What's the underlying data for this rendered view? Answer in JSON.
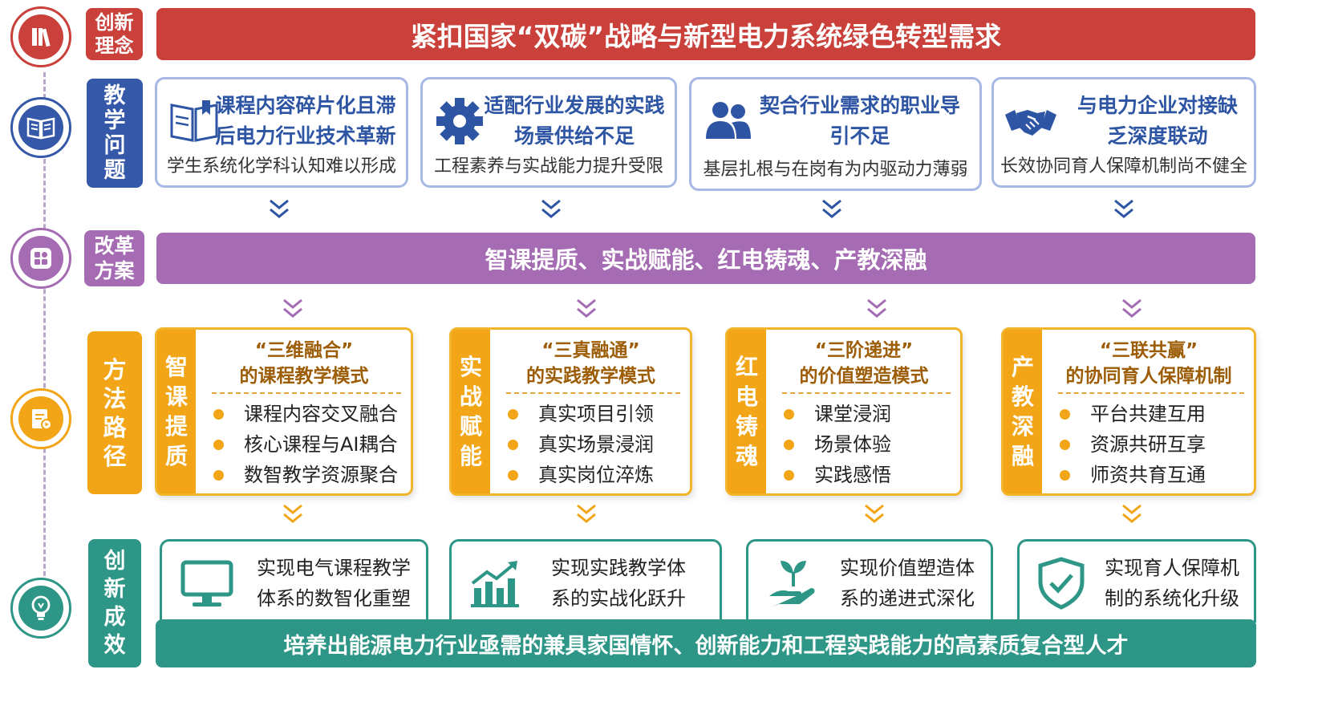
{
  "colors": {
    "red": "#c9413a",
    "blue": "#3558a8",
    "purple": "#a56cb3",
    "orange": "#f2a516",
    "teal": "#2e9686"
  },
  "icons": [
    "book-shelf-icon",
    "open-book-icon",
    "grid-apps-icon",
    "document-play-icon",
    "lightbulb-icon"
  ],
  "rows": {
    "concept": {
      "label": "创新理念",
      "banner": "紧扣国家“双碳”战略与新型电力系统绿色转型需求"
    },
    "problems": {
      "label": "教学问题",
      "cards": [
        {
          "title": "课程内容碎片化且滞后电力行业技术革新",
          "desc": "学生系统化学科认知难以形成",
          "icon": "book-icon"
        },
        {
          "title": "适配行业发展的实践场景供给不足",
          "desc": "工程素养与实战能力提升受限",
          "icon": "gear-icon"
        },
        {
          "title": "契合行业需求的职业导引不足",
          "desc": "基层扎根与在岗有为内驱动力薄弱",
          "icon": "people-icon"
        },
        {
          "title": "与电力企业对接缺乏深度联动",
          "desc": "长效协同育人保障机制尚不健全",
          "icon": "handshake-icon"
        }
      ]
    },
    "reform": {
      "label": "改革方案",
      "banner": "智课提质、实战赋能、红电铸魂、产教深融"
    },
    "methods": {
      "label": "方法路径",
      "cards": [
        {
          "side": "智课提质",
          "title1": "“三维融合”",
          "title2": "的课程教学模式",
          "items": [
            "课程内容交叉融合",
            "核心课程与AI耦合",
            "数智教学资源聚合"
          ]
        },
        {
          "side": "实战赋能",
          "title1": "“三真融通”",
          "title2": "的实践教学模式",
          "items": [
            "真实项目引领",
            "真实场景浸润",
            "真实岗位淬炼"
          ]
        },
        {
          "side": "红电铸魂",
          "title1": "“三阶递进”",
          "title2": "的价值塑造模式",
          "items": [
            "课堂浸润",
            "场景体验",
            "实践感悟"
          ]
        },
        {
          "side": "产教深融",
          "title1": "“三联共赢”",
          "title2": "的协同育人保障机制",
          "items": [
            "平台共建互用",
            "资源共研互享",
            "师资共育互通"
          ]
        }
      ]
    },
    "results": {
      "label": "创新成效",
      "cards": [
        {
          "line1": "实现电气课程教学",
          "line2": "体系的数智化重塑",
          "icon": "monitor-icon"
        },
        {
          "line1": "实现实践教学体",
          "line2": "系的实战化跃升",
          "icon": "growth-chart-icon"
        },
        {
          "line1": "实现价值塑造体",
          "line2": "系的递进式深化",
          "icon": "plant-hand-icon"
        },
        {
          "line1": "实现育人保障机",
          "line2": "制的系统化升级",
          "icon": "shield-check-icon"
        }
      ],
      "banner": "培养出能源电力行业亟需的兼具家国情怀、创新能力和工程实践能力的高素质复合型人才"
    }
  }
}
